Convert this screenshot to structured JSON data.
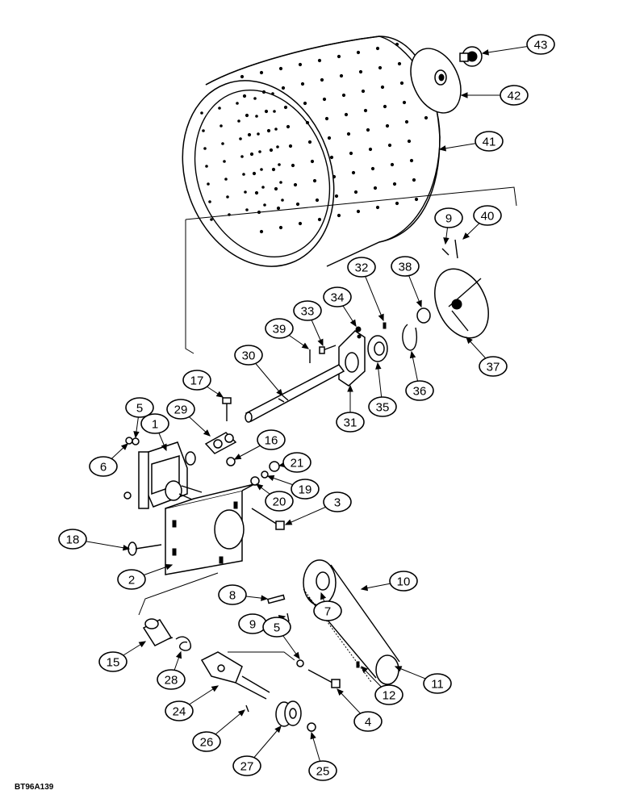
{
  "figure_id": "BT96A139",
  "callouts": [
    "43",
    "42",
    "41",
    "40",
    "9",
    "38",
    "32",
    "34",
    "33",
    "39",
    "30",
    "17",
    "5",
    "29",
    "1",
    "16",
    "21",
    "6",
    "19",
    "20",
    "3",
    "18",
    "2",
    "8",
    "10",
    "7",
    "9",
    "5",
    "15",
    "28",
    "24",
    "12",
    "11",
    "4",
    "26",
    "27",
    "25",
    "31",
    "35",
    "36",
    "37"
  ]
}
